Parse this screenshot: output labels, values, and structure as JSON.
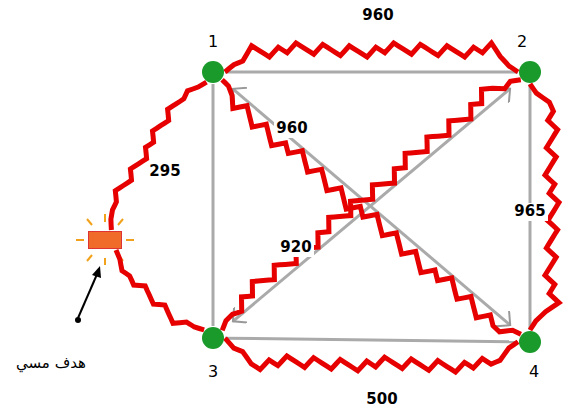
{
  "diagram": {
    "nodes": [
      {
        "text": [
          "1"
        ]
      },
      {
        "text": [
          "2"
        ]
      },
      {
        "text": [
          "3"
        ]
      },
      {
        "text": [
          "4"
        ]
      },
      {
        "text": [
          "هدف مسي"
        ]
      }
    ],
    "edges": [
      {
        "from": 0,
        "to": 1,
        "arrow": "none"
      },
      {
        "from": 1,
        "to": 3,
        "arrow": "none"
      },
      {
        "from": 2,
        "to": 3,
        "arrow": "none"
      },
      {
        "from": 0,
        "to": 2,
        "arrow": "none"
      },
      {
        "from": 0,
        "to": 3,
        "arrow": "both"
      },
      {
        "from": 2,
        "to": 1,
        "arrow": "both"
      },
      {
        "from": 0,
        "to": 1,
        "label": "960",
        "arrow": "none"
      },
      {
        "from": 1,
        "to": 3,
        "label": "965",
        "arrow": "none"
      },
      {
        "from": 2,
        "to": 3,
        "label": "500",
        "arrow": "none"
      },
      {
        "from": 0,
        "to": 3,
        "label": "960",
        "arrow": "none"
      },
      {
        "from": 2,
        "to": 1,
        "label": "920",
        "arrow": "none"
      },
      {
        "from": 0,
        "to": 4,
        "label": "295",
        "arrow": "none"
      },
      {
        "from": 4,
        "to": 2,
        "arrow": "none"
      }
    ]
  }
}
